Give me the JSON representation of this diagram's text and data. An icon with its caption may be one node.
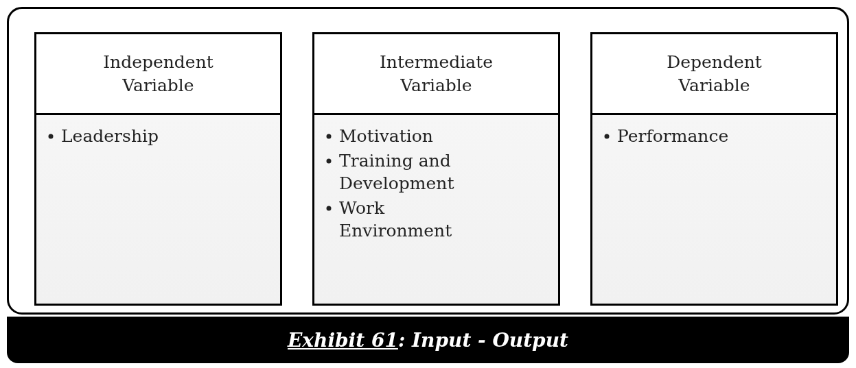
{
  "diagram": {
    "caption": "Exhibit 61: Input - Output",
    "nodes": [
      {
        "text": [],
        "shape": "box"
      },
      {
        "text": [
          "Independent Variable",
          "Leadership"
        ],
        "in": 0
      },
      {
        "text": [
          "Intermediate Variable",
          "Motivation",
          "Training and Development",
          "Work Environment"
        ],
        "in": 0
      },
      {
        "text": [
          "Dependent Variable",
          "Performance"
        ],
        "in": 0
      }
    ],
    "edges": []
  }
}
